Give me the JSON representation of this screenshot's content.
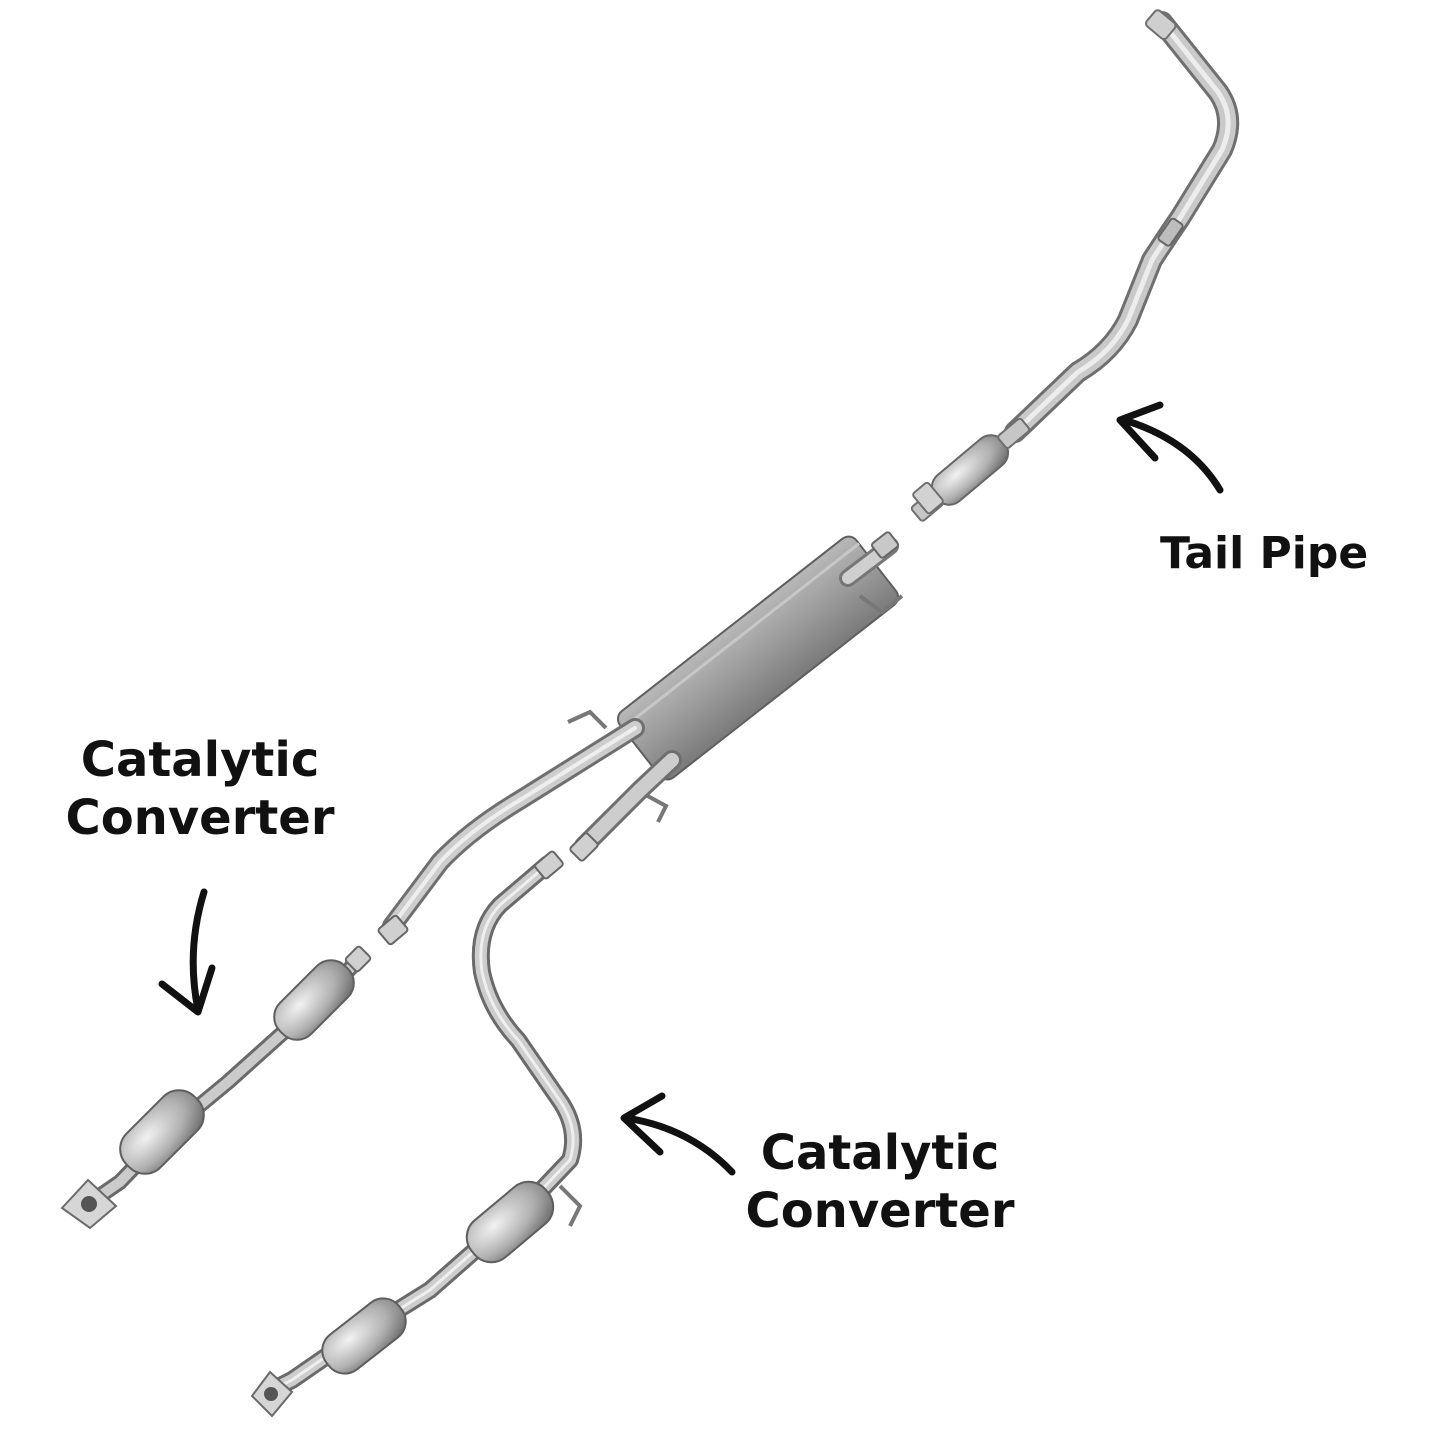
{
  "labels": {
    "tail_pipe": "Tail Pipe",
    "catalytic_left": {
      "line1": "Catalytic",
      "line2": "Converter"
    },
    "catalytic_right": {
      "line1": "Catalytic",
      "line2": "Converter"
    }
  },
  "colors": {
    "background": "#ffffff",
    "text": "#111111",
    "arrow": "#111111",
    "pipe_light": "#d8d8d8",
    "pipe_mid": "#a9a9a9",
    "pipe_dark": "#707070",
    "muffler": "#9a9a9a"
  }
}
